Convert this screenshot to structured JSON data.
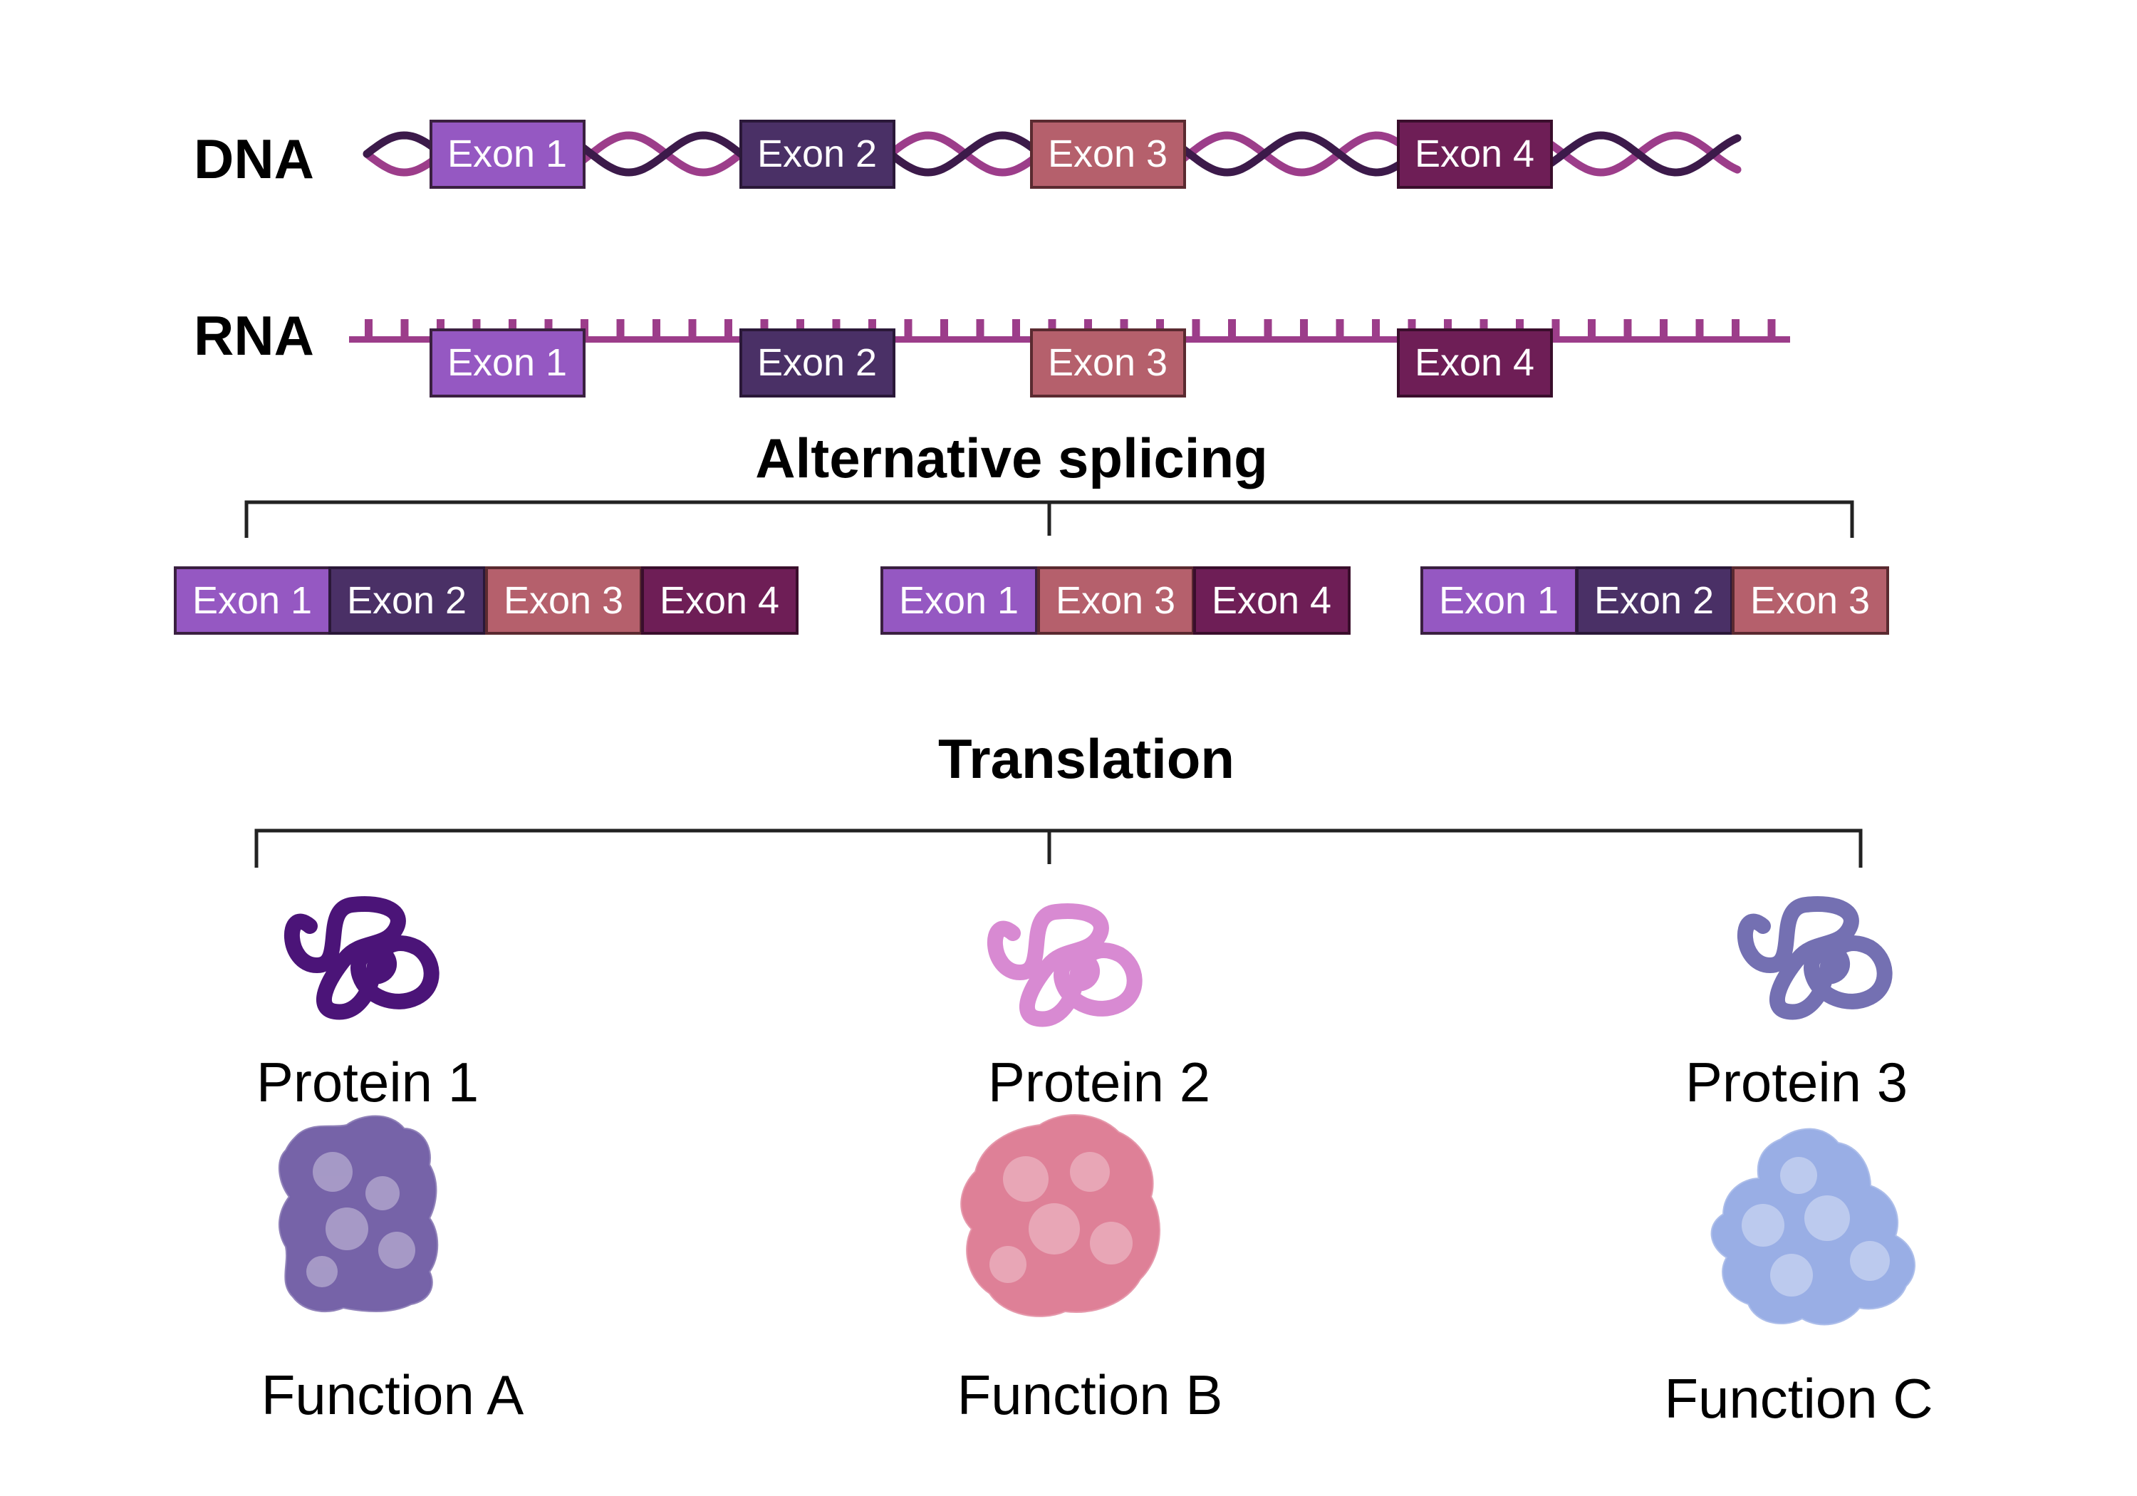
{
  "dna": {
    "label": "DNA",
    "exons": [
      {
        "label": "Exon 1",
        "color": "#9558C2"
      },
      {
        "label": "Exon 2",
        "color": "#4A3066"
      },
      {
        "label": "Exon 3",
        "color": "#B5606C"
      },
      {
        "label": "Exon 4",
        "color": "#6E1E56"
      }
    ]
  },
  "rna": {
    "label": "RNA",
    "exons": [
      {
        "label": "Exon 1",
        "color": "#9558C2"
      },
      {
        "label": "Exon 2",
        "color": "#4A3066"
      },
      {
        "label": "Exon 3",
        "color": "#B5606C"
      },
      {
        "label": "Exon 4",
        "color": "#6E1E56"
      }
    ]
  },
  "splicing": {
    "title": "Alternative splicing",
    "variants": [
      [
        "Exon 1",
        "Exon 2",
        "Exon 3",
        "Exon 4"
      ],
      [
        "Exon 1",
        "Exon 3",
        "Exon 4"
      ],
      [
        "Exon 1",
        "Exon 2",
        "Exon 3"
      ]
    ]
  },
  "translation": {
    "title": "Translation",
    "proteins": [
      {
        "name": "Protein 1",
        "function": "Function A",
        "chain_color": "#4B1478",
        "blob_color": "#7663A8"
      },
      {
        "name": "Protein 2",
        "function": "Function B",
        "chain_color": "#D88AD2",
        "blob_color": "#DE8097"
      },
      {
        "name": "Protein 3",
        "function": "Function C",
        "chain_color": "#7470B2",
        "blob_color": "#99AEE5"
      }
    ]
  },
  "colors": {
    "exon_1": "#9558C2",
    "exon_2": "#4A3066",
    "exon_3": "#B5606C",
    "exon_4": "#6E1E56",
    "strand_a": "#9C3D8A",
    "strand_b": "#3C1A4A",
    "rna_backbone": "#9C3D8A",
    "bracket": "#222222"
  }
}
